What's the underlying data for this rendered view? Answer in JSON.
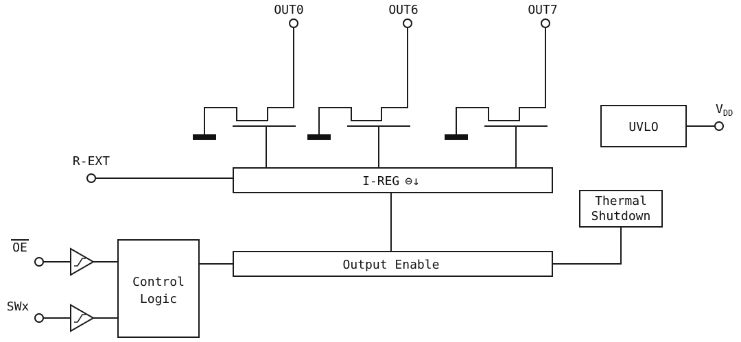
{
  "diagram": {
    "type": "functional-block-diagram",
    "outputs": [
      {
        "label": "OUT0"
      },
      {
        "label": "OUT6"
      },
      {
        "label": "OUT7"
      }
    ],
    "inputs": {
      "rext": "R-EXT",
      "oe": "OE",
      "swx": "SWx"
    },
    "power": {
      "vdd_main": "V",
      "vdd_sub": "DD"
    },
    "blocks": {
      "ireg_label": "I-REG",
      "ireg_icon": "⊖↓",
      "output_enable": "Output Enable",
      "control_logic_line1": "Control",
      "control_logic_line2": "Logic",
      "thermal_line1": "Thermal",
      "thermal_line2": "Shutdown",
      "uvlo": "UVLO"
    },
    "colors": {
      "line": "#1a1a1a",
      "background": "#ffffff"
    }
  }
}
